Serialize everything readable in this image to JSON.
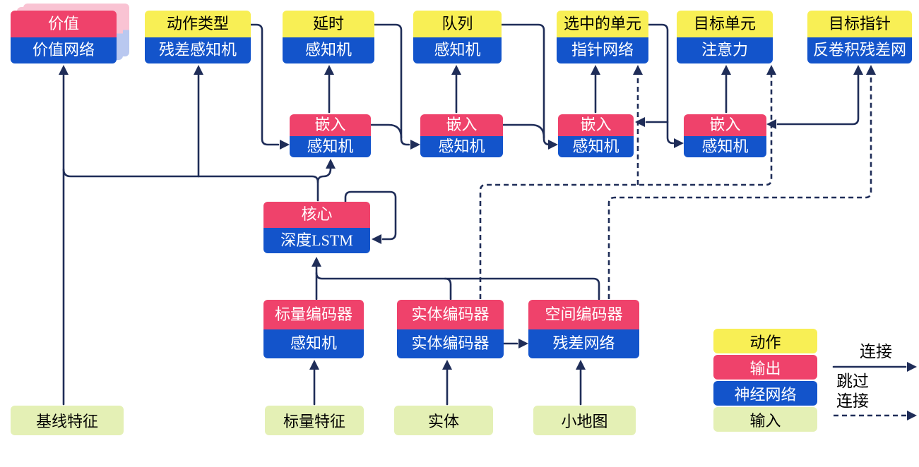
{
  "colors": {
    "action_yellow": "#f8ef55",
    "output_red": "#ef426b",
    "network_blue": "#1354cb",
    "input_green": "#e4f0b5",
    "line_navy": "#1f2d58",
    "shadow_pink": "#f9c3d3",
    "shadow_blue": "#b9c8f0"
  },
  "heads": [
    {
      "action": "价值",
      "network": "价值网络"
    },
    {
      "action": "动作类型",
      "network": "残差感知机"
    },
    {
      "action": "延时",
      "network": "感知机"
    },
    {
      "action": "队列",
      "network": "感知机"
    },
    {
      "action": "选中的单元",
      "network": "指针网络"
    },
    {
      "action": "目标单元",
      "network": "注意力"
    },
    {
      "action": "目标指针",
      "network": "反卷积残差网"
    }
  ],
  "embeds": [
    {
      "label": "嵌入",
      "network": "感知机"
    },
    {
      "label": "嵌入",
      "network": "感知机"
    },
    {
      "label": "嵌入",
      "network": "感知机"
    },
    {
      "label": "嵌入",
      "network": "感知机"
    }
  ],
  "core": {
    "label": "核心",
    "network": "深度LSTM"
  },
  "encoders": [
    {
      "label": "标量编码器",
      "network": "感知机"
    },
    {
      "label": "实体编码器",
      "network": "实体编码器"
    },
    {
      "label": "空间编码器",
      "network": "残差网络"
    }
  ],
  "inputs": [
    "基线特征",
    "标量特征",
    "实体",
    "小地图"
  ],
  "legend": {
    "action": "动作",
    "output": "输出",
    "network": "神经网络",
    "input": "输入",
    "solid_label": "连接",
    "skip_line1": "跳过",
    "skip_line2": "连接"
  }
}
